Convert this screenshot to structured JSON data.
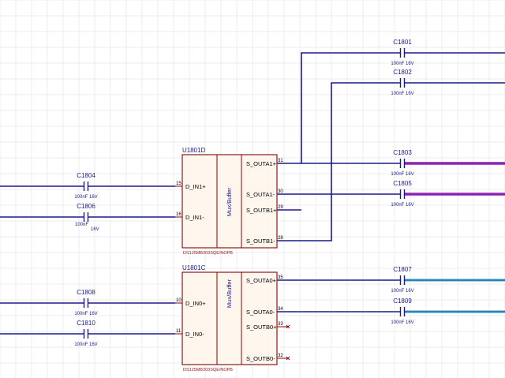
{
  "schematic": {
    "units": [
      {
        "designator": "U1801D",
        "part_number": "DS125MB203SQE/NOPB",
        "function_label": "Mux/Buffer",
        "inputs": [
          {
            "label": "D_IN1+",
            "pin": "15"
          },
          {
            "label": "D_IN1-",
            "pin": "16"
          }
        ],
        "outputs": [
          {
            "label": "S_OUTA1+",
            "pin": "31"
          },
          {
            "label": "S_OUTA1-",
            "pin": "30"
          },
          {
            "label": "S_OUTB1+",
            "pin": "29"
          },
          {
            "label": "S_OUTB1-",
            "pin": "28"
          }
        ]
      },
      {
        "designator": "U1801C",
        "part_number": "DS125MB203SQE/NOPB",
        "function_label": "Mux/Buffer",
        "inputs": [
          {
            "label": "D_IN0+",
            "pin": "10"
          },
          {
            "label": "D_IN0-",
            "pin": "11"
          }
        ],
        "outputs": [
          {
            "label": "S_OUTA0+",
            "pin": "35"
          },
          {
            "label": "S_OUTA0-",
            "pin": "34"
          },
          {
            "label": "S_OUTB0+",
            "pin": "33"
          },
          {
            "label": "S_OUTB0-",
            "pin": "32"
          }
        ]
      }
    ],
    "capacitors": [
      {
        "ref": "C1801",
        "value_a": "100nF",
        "value_b": "16V"
      },
      {
        "ref": "C1802",
        "value_a": "100nF",
        "value_b": "16V"
      },
      {
        "ref": "C1803",
        "value_a": "100nF",
        "value_b": "16V"
      },
      {
        "ref": "C1805",
        "value_a": "100nF",
        "value_b": "16V"
      },
      {
        "ref": "C1807",
        "value_a": "100nF",
        "value_b": "16V"
      },
      {
        "ref": "C1809",
        "value_a": "100nF",
        "value_b": "16V"
      },
      {
        "ref": "C1804",
        "value_a": "100nF",
        "value_b": "16V"
      },
      {
        "ref": "C1806",
        "value_a": "100nF",
        "value_b": "16V"
      },
      {
        "ref": "C1808",
        "value_a": "100nF",
        "value_b": "16V"
      },
      {
        "ref": "C1810",
        "value_a": "100nF",
        "value_b": "16V"
      }
    ],
    "colors": {
      "wire": "#1a1a8c",
      "component_outline": "#8b1a1a",
      "component_fill": "#fff7ee",
      "highlight_net_purple": "#b13ccf",
      "highlight_net_cyan": "#74d6ee"
    }
  }
}
